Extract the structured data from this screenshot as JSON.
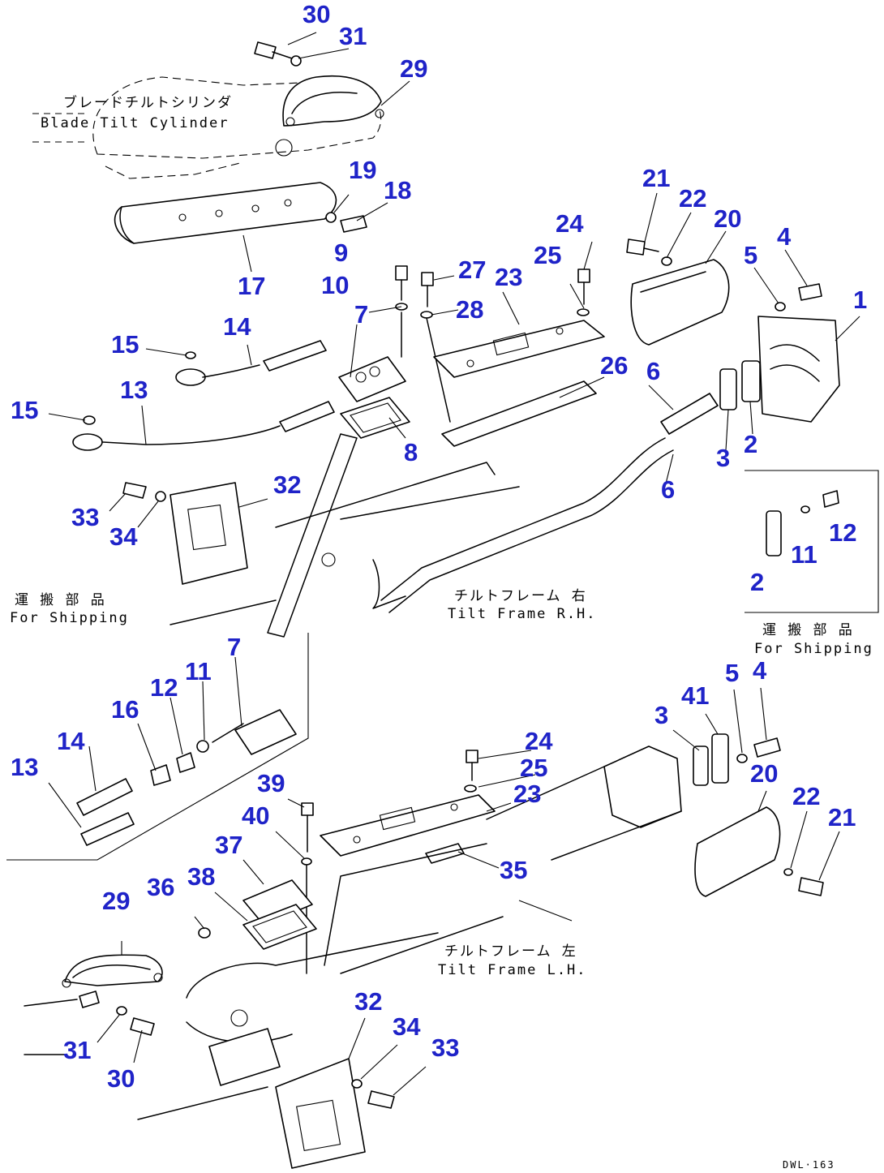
{
  "callouts": [
    {
      "id": "c30a",
      "label": "30"
    },
    {
      "id": "c31a",
      "label": "31"
    },
    {
      "id": "c29a",
      "label": "29"
    },
    {
      "id": "c19",
      "label": "19"
    },
    {
      "id": "c18",
      "label": "18"
    },
    {
      "id": "c17",
      "label": "17"
    },
    {
      "id": "c9",
      "label": "9"
    },
    {
      "id": "c27",
      "label": "27"
    },
    {
      "id": "c10",
      "label": "10"
    },
    {
      "id": "c28",
      "label": "28"
    },
    {
      "id": "c23a",
      "label": "23"
    },
    {
      "id": "c7a",
      "label": "7"
    },
    {
      "id": "c14a",
      "label": "14"
    },
    {
      "id": "c15a",
      "label": "15"
    },
    {
      "id": "c15b",
      "label": "15"
    },
    {
      "id": "c13a",
      "label": "13"
    },
    {
      "id": "c8",
      "label": "8"
    },
    {
      "id": "c26",
      "label": "26"
    },
    {
      "id": "c6a",
      "label": "6"
    },
    {
      "id": "c6b",
      "label": "6"
    },
    {
      "id": "c32a",
      "label": "32"
    },
    {
      "id": "c33a",
      "label": "33"
    },
    {
      "id": "c34a",
      "label": "34"
    },
    {
      "id": "c21a",
      "label": "21"
    },
    {
      "id": "c22a",
      "label": "22"
    },
    {
      "id": "c20a",
      "label": "20"
    },
    {
      "id": "c24a",
      "label": "24"
    },
    {
      "id": "c25a",
      "label": "25"
    },
    {
      "id": "c4a",
      "label": "4"
    },
    {
      "id": "c5a",
      "label": "5"
    },
    {
      "id": "c1",
      "label": "1"
    },
    {
      "id": "c2a",
      "label": "2"
    },
    {
      "id": "c3a",
      "label": "3"
    },
    {
      "id": "c12a",
      "label": "12"
    },
    {
      "id": "c11a",
      "label": "11"
    },
    {
      "id": "c2b",
      "label": "2"
    },
    {
      "id": "c7b",
      "label": "7"
    },
    {
      "id": "c11b",
      "label": "11"
    },
    {
      "id": "c12b",
      "label": "12"
    },
    {
      "id": "c16",
      "label": "16"
    },
    {
      "id": "c14b",
      "label": "14"
    },
    {
      "id": "c13b",
      "label": "13"
    },
    {
      "id": "c24b",
      "label": "24"
    },
    {
      "id": "c25b",
      "label": "25"
    },
    {
      "id": "c23b",
      "label": "23"
    },
    {
      "id": "c39",
      "label": "39"
    },
    {
      "id": "c40",
      "label": "40"
    },
    {
      "id": "c37",
      "label": "37"
    },
    {
      "id": "c38",
      "label": "38"
    },
    {
      "id": "c35",
      "label": "35"
    },
    {
      "id": "c29b",
      "label": "29"
    },
    {
      "id": "c36",
      "label": "36"
    },
    {
      "id": "c31b",
      "label": "31"
    },
    {
      "id": "c30b",
      "label": "30"
    },
    {
      "id": "c32b",
      "label": "32"
    },
    {
      "id": "c34b",
      "label": "34"
    },
    {
      "id": "c33b",
      "label": "33"
    },
    {
      "id": "c3b",
      "label": "3"
    },
    {
      "id": "c41",
      "label": "41"
    },
    {
      "id": "c5b",
      "label": "5"
    },
    {
      "id": "c4b",
      "label": "4"
    },
    {
      "id": "c20b",
      "label": "20"
    },
    {
      "id": "c22b",
      "label": "22"
    },
    {
      "id": "c21b",
      "label": "21"
    }
  ],
  "captions": {
    "blade_tilt_jp": "ブレードチルトシリンダ",
    "blade_tilt_en": "Blade Tilt Cylinder",
    "shipping_left_jp": "運 搬 部 品",
    "shipping_left_en": "For Shipping",
    "tilt_frame_rh_jp": "チルトフレーム 右",
    "tilt_frame_rh_en": "Tilt Frame R.H.",
    "shipping_right_jp": "運 搬 部 品",
    "shipping_right_en": "For Shipping",
    "tilt_frame_lh_jp": "チルトフレーム 左",
    "tilt_frame_lh_en": "Tilt Frame L.H."
  },
  "drawing_number": "DWL·163",
  "colors": {
    "callout": "#1f23c8",
    "linework": "#000000",
    "background": "#ffffff"
  }
}
